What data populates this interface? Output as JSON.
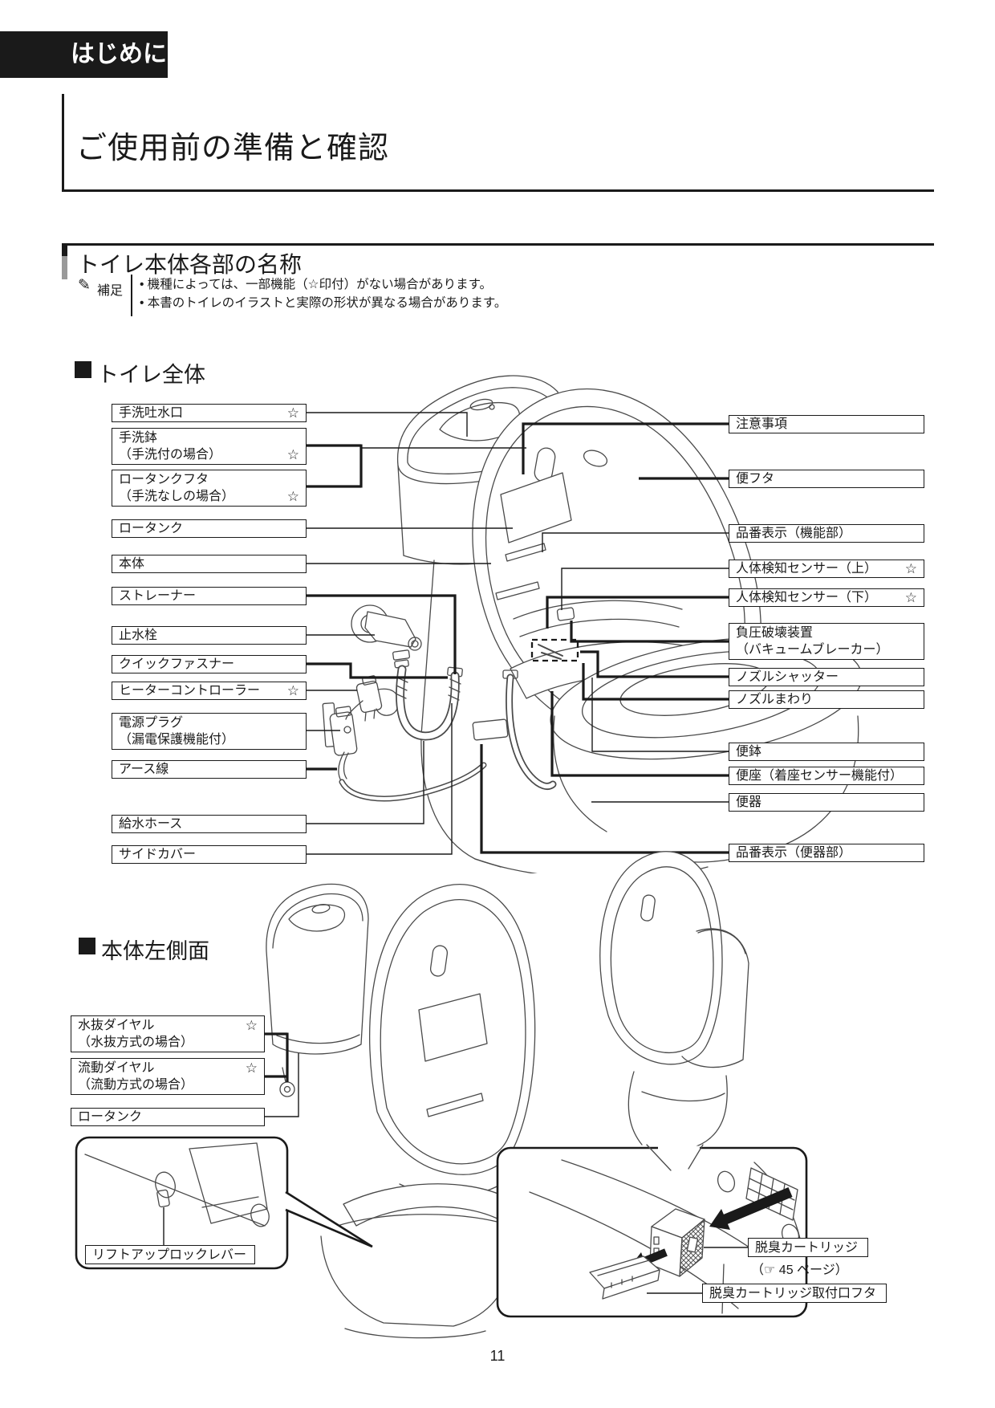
{
  "colors": {
    "ink": "#1a1a1a",
    "line": "#4a4a4a"
  },
  "page": {
    "chapter": "はじめに",
    "title": "ご使用前の準備と確認",
    "section": "トイレ本体各部の名称",
    "page_number": "11"
  },
  "note": {
    "icon": "✎",
    "label": "補足",
    "bullets": [
      "• 機種によっては、一部機能（☆印付）がない場合があります。",
      "• 本書のトイレのイラストと実際の形状が異なる場合があります。"
    ]
  },
  "whole": {
    "heading": "トイレ全体",
    "left": [
      {
        "line1": "手洗吐水口",
        "star": "☆"
      },
      {
        "line1": "手洗鉢",
        "line2": "（手洗付の場合）",
        "star": "☆"
      },
      {
        "line1": "ロータンクフタ",
        "line2": "（手洗なしの場合）",
        "star": "☆"
      },
      {
        "line1": "ロータンク"
      },
      {
        "line1": "本体"
      },
      {
        "line1": "ストレーナー"
      },
      {
        "line1": "止水栓"
      },
      {
        "line1": "クイックファスナー"
      },
      {
        "line1": "ヒーターコントローラー",
        "star": "☆"
      },
      {
        "line1": "電源プラグ",
        "line2": "（漏電保護機能付）"
      },
      {
        "line1": "アース線"
      },
      {
        "line1": "給水ホース"
      },
      {
        "line1": "サイドカバー"
      }
    ],
    "right": [
      {
        "line1": "注意事項"
      },
      {
        "line1": "便フタ"
      },
      {
        "line1": "品番表示（機能部）"
      },
      {
        "line1": "人体検知センサー（上）",
        "star": "☆"
      },
      {
        "line1": "人体検知センサー（下）",
        "star": "☆"
      },
      {
        "line1": "負圧破壊装置",
        "line2": "（バキュームブレーカー）"
      },
      {
        "line1": "ノズルシャッター"
      },
      {
        "line1": "ノズルまわり"
      },
      {
        "line1": "便鉢"
      },
      {
        "line1": "便座（着座センサー機能付）"
      },
      {
        "line1": "便器"
      },
      {
        "line1": "品番表示（便器部）"
      }
    ]
  },
  "side": {
    "heading": "本体左側面",
    "labels": [
      {
        "line1": "水抜ダイヤル",
        "line2": "（水抜方式の場合）",
        "star": "☆"
      },
      {
        "line1": "流動ダイヤル",
        "line2": "（流動方式の場合）",
        "star": "☆"
      },
      {
        "line1": "ロータンク"
      },
      {
        "line1": "リフトアップロックレバー"
      }
    ],
    "deodorizer": [
      {
        "line1": "脱臭カートリッジ",
        "ref": "（☞ 45 ページ）"
      },
      {
        "line1": "脱臭カートリッジ取付口フタ"
      }
    ]
  }
}
